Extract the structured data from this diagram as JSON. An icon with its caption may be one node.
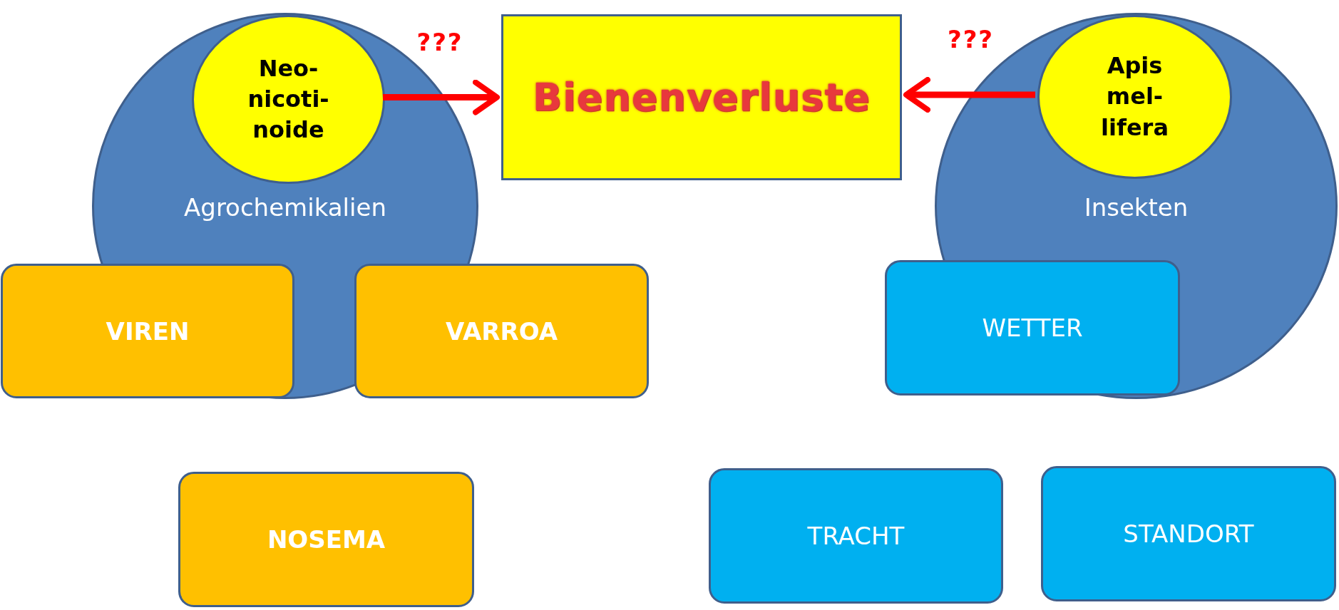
{
  "diagram": {
    "nodes": [
      {
        "text": [
          "Agrochemikalien"
        ]
      },
      {
        "text": [
          "Neo- nicoti- noide"
        ],
        "in": 0
      },
      {
        "text": [
          "Bienenverluste"
        ]
      },
      {
        "text": [
          "Insekten"
        ]
      },
      {
        "text": [
          "Apis mel- lifera"
        ],
        "in": 3
      },
      {
        "text": [
          "VIREN"
        ]
      },
      {
        "text": [
          "VARROA"
        ]
      },
      {
        "text": [
          "WETTER"
        ]
      },
      {
        "text": [
          "NOSEMA"
        ]
      },
      {
        "text": [
          "TRACHT"
        ]
      },
      {
        "text": [
          "STANDORT"
        ]
      }
    ],
    "edges": [
      {
        "from": 1,
        "to": 2,
        "arrow": "to",
        "label": "???"
      },
      {
        "from": 4,
        "to": 2,
        "arrow": "to",
        "label": "???"
      }
    ]
  }
}
